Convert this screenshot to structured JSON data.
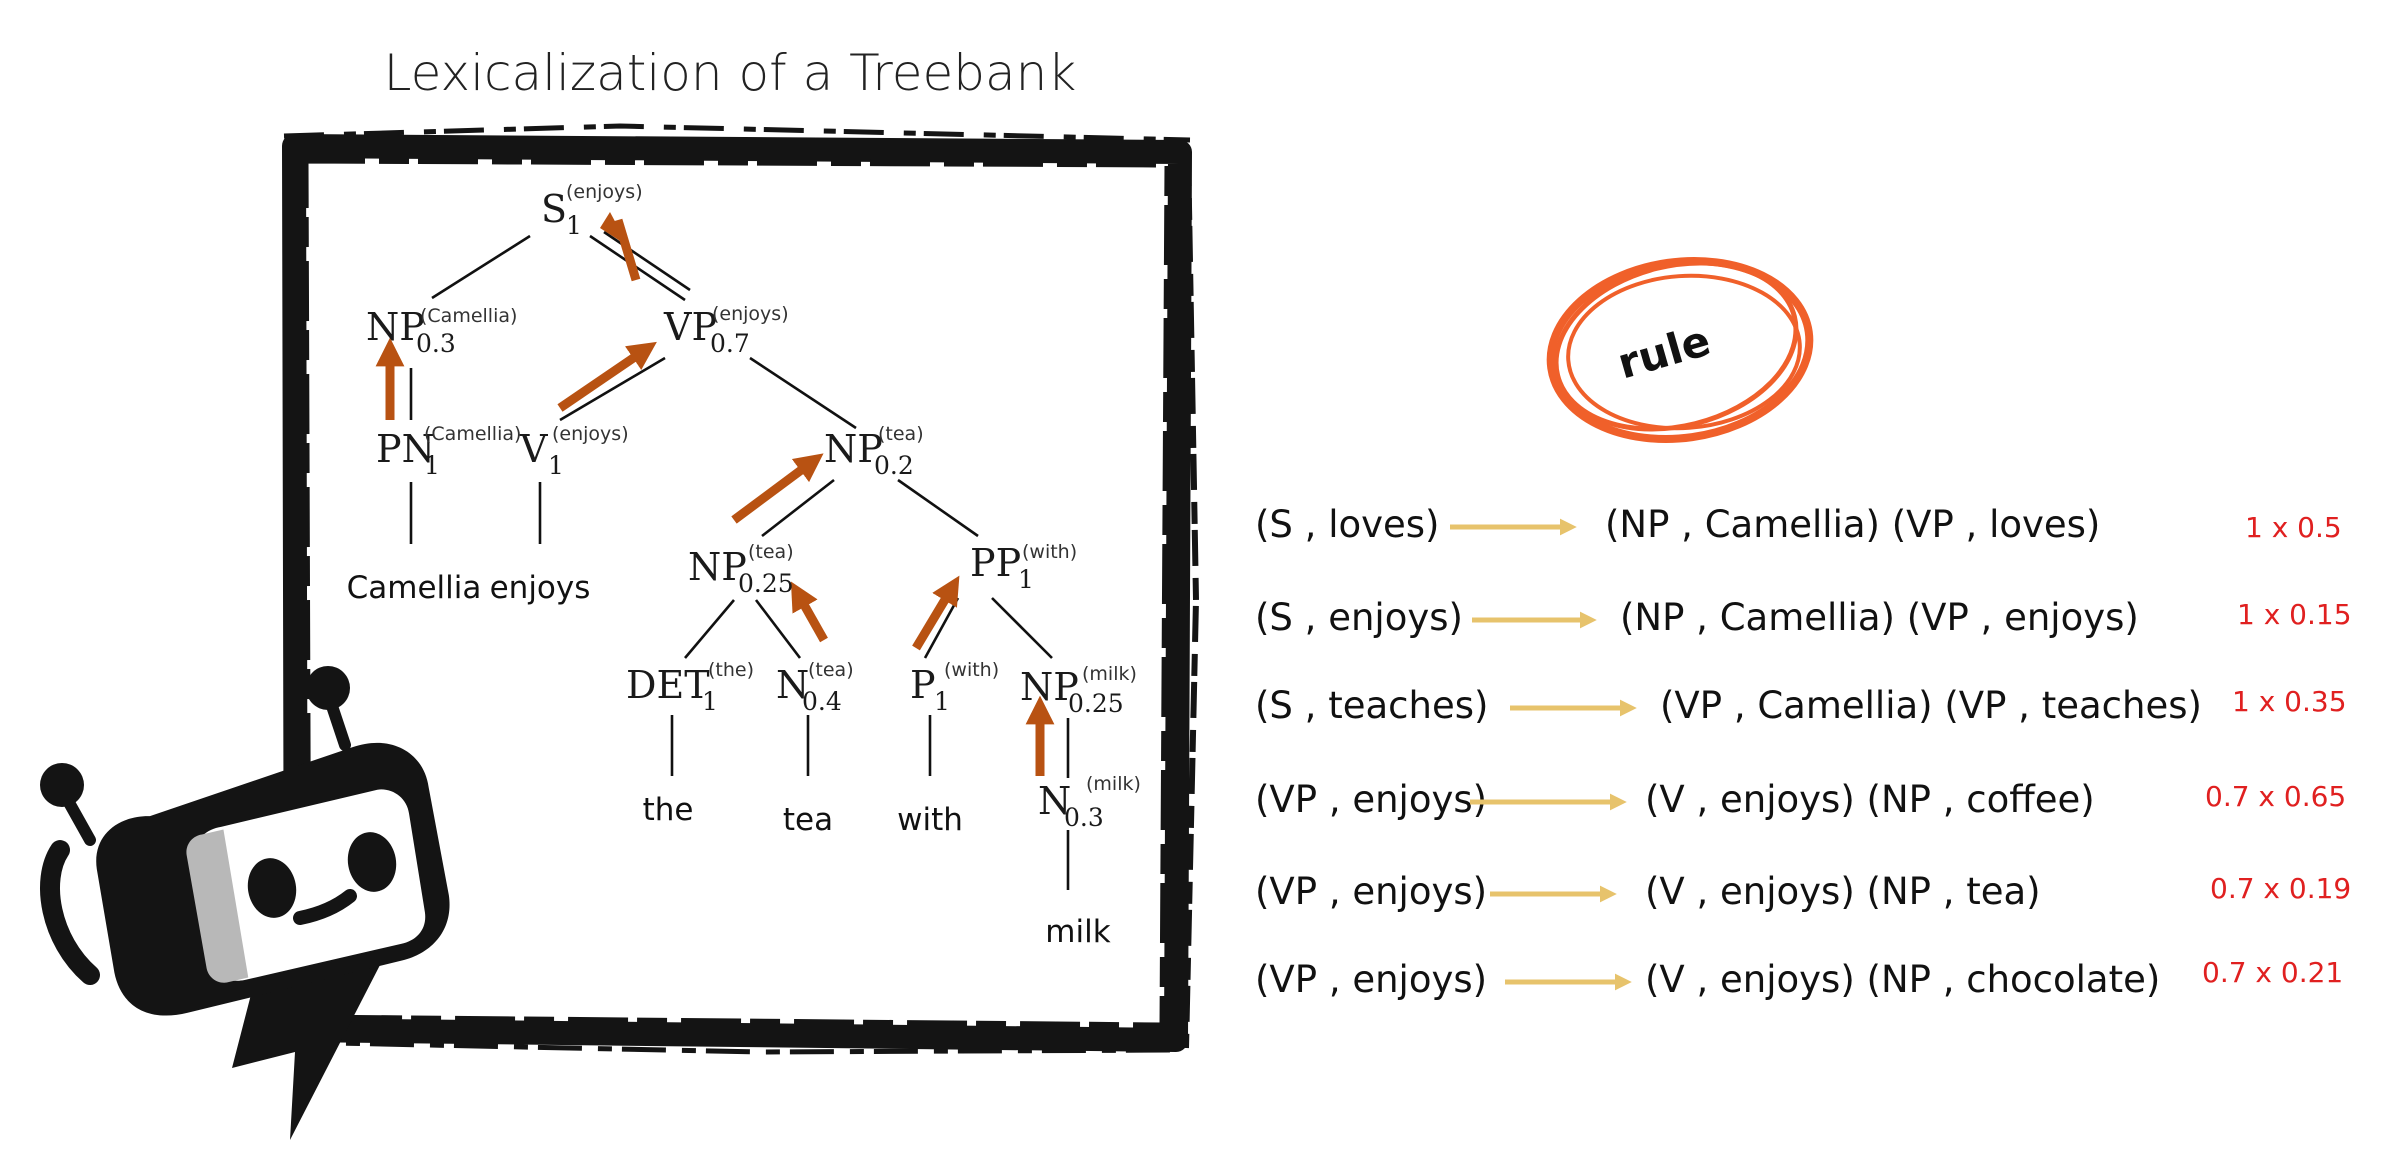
{
  "title": "Lexicalization of a Treebank",
  "badge": "rule",
  "tree": {
    "nodes": [
      {
        "id": "S",
        "label": "S",
        "sub": "1",
        "head": "(enjoys)"
      },
      {
        "id": "NP1",
        "label": "NP",
        "sub": "0.3",
        "head": "(Camellia)"
      },
      {
        "id": "VP",
        "label": "VP",
        "sub": "0.7",
        "head": "(enjoys)"
      },
      {
        "id": "PN",
        "label": "PN",
        "sub": "1",
        "head": "(Camellia)"
      },
      {
        "id": "V",
        "label": "V",
        "sub": "1",
        "head": "(enjoys)"
      },
      {
        "id": "NP2",
        "label": "NP",
        "sub": "0.2",
        "head": "(tea)"
      },
      {
        "id": "NP3",
        "label": "NP",
        "sub": "0.25",
        "head": "(tea)"
      },
      {
        "id": "PP",
        "label": "PP",
        "sub": "1",
        "head": "(with)"
      },
      {
        "id": "DET",
        "label": "DET",
        "sub": "1",
        "head": "(the)"
      },
      {
        "id": "N1",
        "label": "N",
        "sub": "0.4",
        "head": "(tea)"
      },
      {
        "id": "P",
        "label": "P",
        "sub": "1",
        "head": "(with)"
      },
      {
        "id": "NP4",
        "label": "NP",
        "sub": "0.25",
        "head": "(milk)"
      },
      {
        "id": "N2",
        "label": "N",
        "sub": "0.3",
        "head": "(milk)"
      }
    ],
    "words": [
      "Camellia",
      "enjoys",
      "the",
      "tea",
      "with",
      "milk"
    ]
  },
  "rules": [
    {
      "lhs": "(S , loves)",
      "rhs": "(NP , Camellia) (VP , loves)",
      "prob": "1 x 0.5"
    },
    {
      "lhs": "(S , enjoys)",
      "rhs": "(NP , Camellia) (VP , enjoys)",
      "prob": "1 x 0.15"
    },
    {
      "lhs": "(S , teaches)",
      "rhs": "(VP , Camellia) (VP , teaches)",
      "prob": "1 x 0.35"
    },
    {
      "lhs": "(VP , enjoys)",
      "rhs": "(V , enjoys) (NP , coffee)",
      "prob": "0.7 x 0.65"
    },
    {
      "lhs": "(VP , enjoys)",
      "rhs": "(V , enjoys) (NP , tea)",
      "prob": "0.7 x 0.19"
    },
    {
      "lhs": "(VP , enjoys)",
      "rhs": "(V , enjoys) (NP , chocolate)",
      "prob": "0.7 x 0.21"
    }
  ],
  "colors": {
    "head_arrow": "#b85212",
    "rule_arrow": "#e7c36c",
    "probability": "#e02020",
    "badge_ring": "#f0602a",
    "frame": "#141414"
  }
}
